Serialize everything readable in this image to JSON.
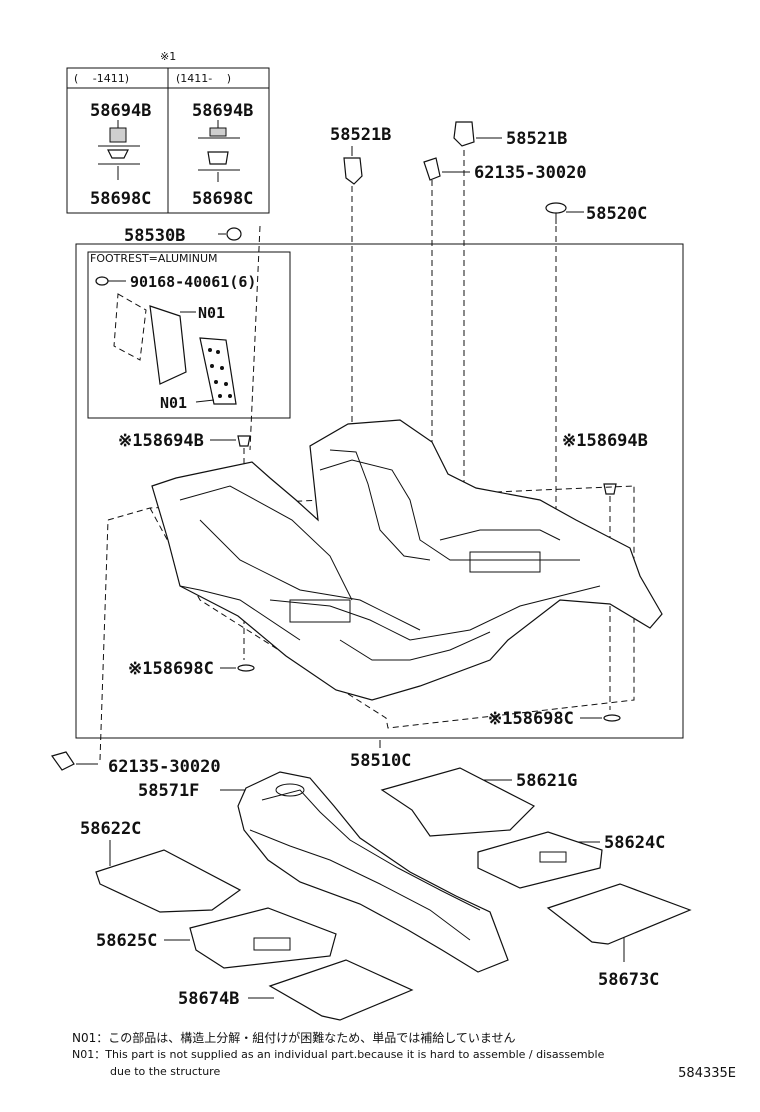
{
  "inset": {
    "mark": "※1",
    "col_left_header": "(　 -1411)",
    "col_right_header": "(1411-　 )",
    "left_top": "58694B",
    "left_bottom": "58698C",
    "right_top": "58694B",
    "right_bottom": "58698C"
  },
  "footrest": {
    "title": "FOOTREST=ALUMINUM",
    "bolt": "90168-40061(6)",
    "n01_a": "N01",
    "n01_b": "N01"
  },
  "labels": {
    "p58521b_left": "58521B",
    "p58521b_right": "58521B",
    "p62135_top": "62135-30020",
    "p58520c": "58520C",
    "p58530b": "58530B",
    "p58694b_left": "※158694B",
    "p58694b_right": "※158694B",
    "p58698c_left": "※158698C",
    "p58698c_right": "※158698C",
    "p62135_bottom": "62135-30020",
    "p58510c": "58510C",
    "p58571f": "58571F",
    "p58621g": "58621G",
    "p58622c": "58622C",
    "p58624c": "58624C",
    "p58625c": "58625C",
    "p58673c": "58673C",
    "p58674b": "58674B"
  },
  "notes": {
    "jp": "N01：この部品は、構造上分解・組付けが困難なため、単品では補給していません",
    "en1": "N01：This part is not supplied as an individual part.because it is hard to assemble / disassemble",
    "en2": "due to the structure"
  },
  "diagram_code": "584335E"
}
